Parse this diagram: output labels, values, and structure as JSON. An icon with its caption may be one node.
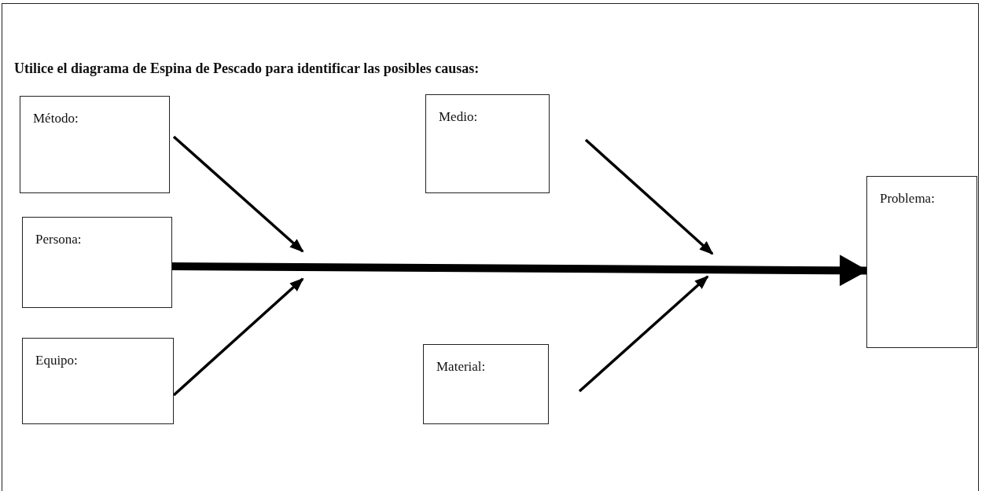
{
  "diagram": {
    "title": "Utilice el diagrama de Espina de Pescado para identificar las posibles causas:",
    "nodes": [
      {
        "text": [
          "Método:"
        ]
      },
      {
        "text": [
          "Medio:"
        ]
      },
      {
        "text": [
          "Problema:"
        ]
      },
      {
        "text": [
          "Persona:"
        ]
      },
      {
        "text": [
          "Equipo:"
        ]
      },
      {
        "text": [
          "Material:"
        ]
      }
    ],
    "edges": [
      {
        "from": 0,
        "to": null,
        "arrow": "to"
      },
      {
        "from": 1,
        "to": null,
        "arrow": "to"
      },
      {
        "from": 3,
        "to": 2,
        "arrow": "to",
        "style": "thick"
      },
      {
        "from": 4,
        "to": null,
        "arrow": "to"
      },
      {
        "from": 5,
        "to": null,
        "arrow": "to"
      }
    ]
  }
}
